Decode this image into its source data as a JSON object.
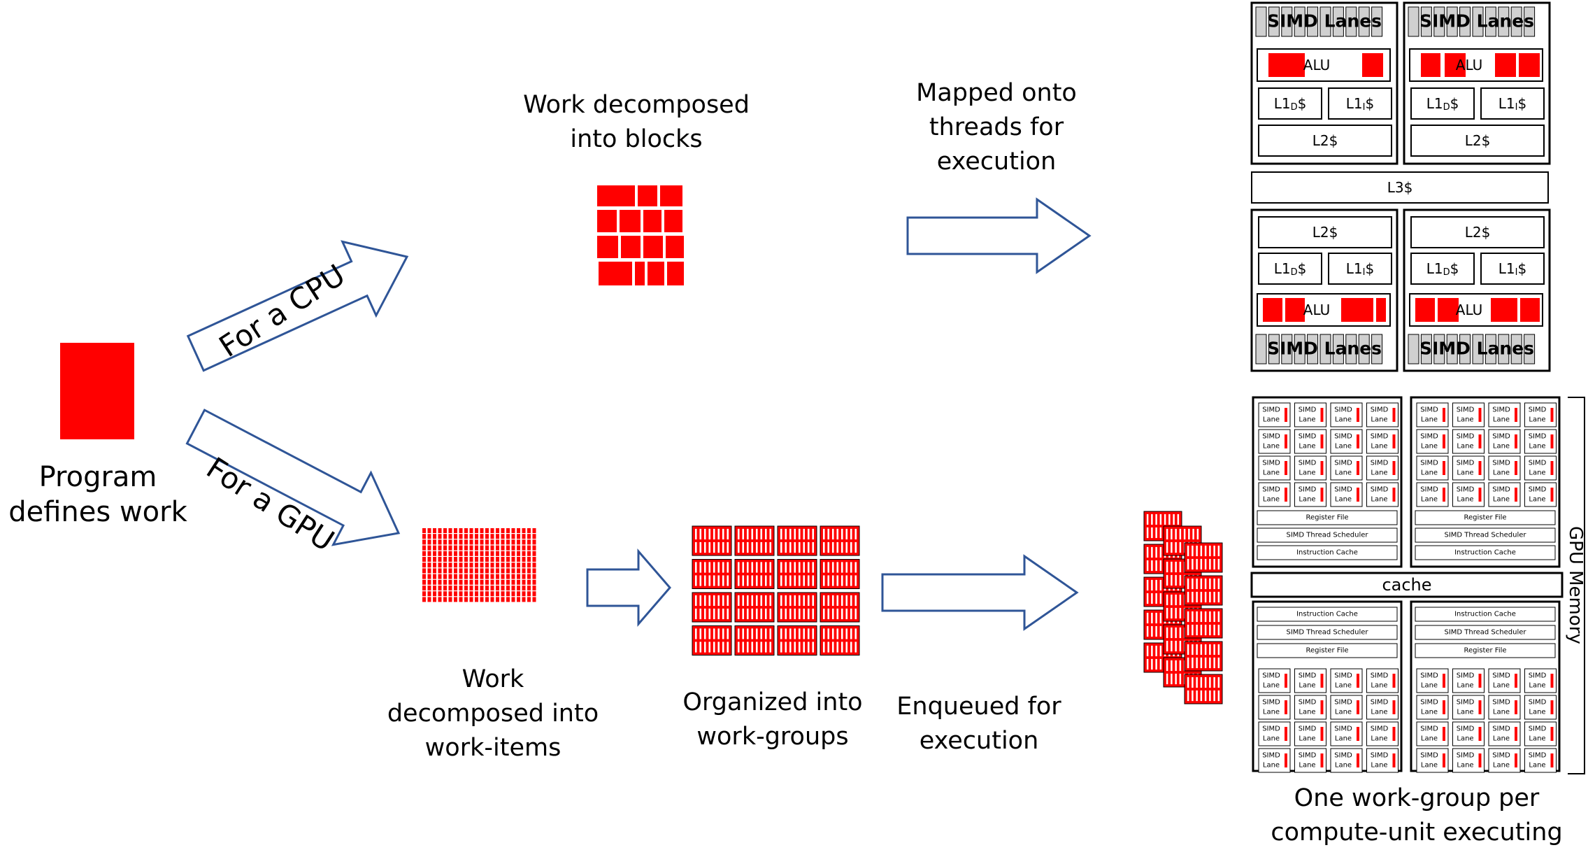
{
  "captions": {
    "program": "Program\ndefines  work",
    "cpu_blocks": "Work decomposed\ninto blocks",
    "cpu_mapped": "Mapped onto\nthreads for\nexecution",
    "gpu_items": "Work\ndecomposed into\nwork-items",
    "gpu_groups": "Organized into\nwork-groups",
    "gpu_enqueued": "Enqueued for\nexecution",
    "gpu_per_cu": "One work-group per\ncompute-unit executing"
  },
  "arrow_labels": {
    "cpu": "For a CPU",
    "gpu": "For a GPU"
  },
  "cpu": {
    "simd_lanes": "SIMD Lanes",
    "alu": "ALU",
    "l1d": "L1",
    "l1d_sub": "D",
    "l1i": "L1",
    "l1i_sub": "I",
    "cache_suffix": "$",
    "l2": "L2$",
    "l3": "L3$"
  },
  "gpu": {
    "simd": "SIMD",
    "lane": "Lane",
    "register_file": "Register File",
    "scheduler": "SIMD Thread Scheduler",
    "instruction_cache": "Instruction Cache",
    "cache": "cache",
    "memory": "GPU Memory"
  },
  "colors": {
    "work": "#ff0000",
    "arrow_stroke": "#2f5597",
    "box_fill": "#d0d0d0",
    "stroke": "#000000"
  }
}
